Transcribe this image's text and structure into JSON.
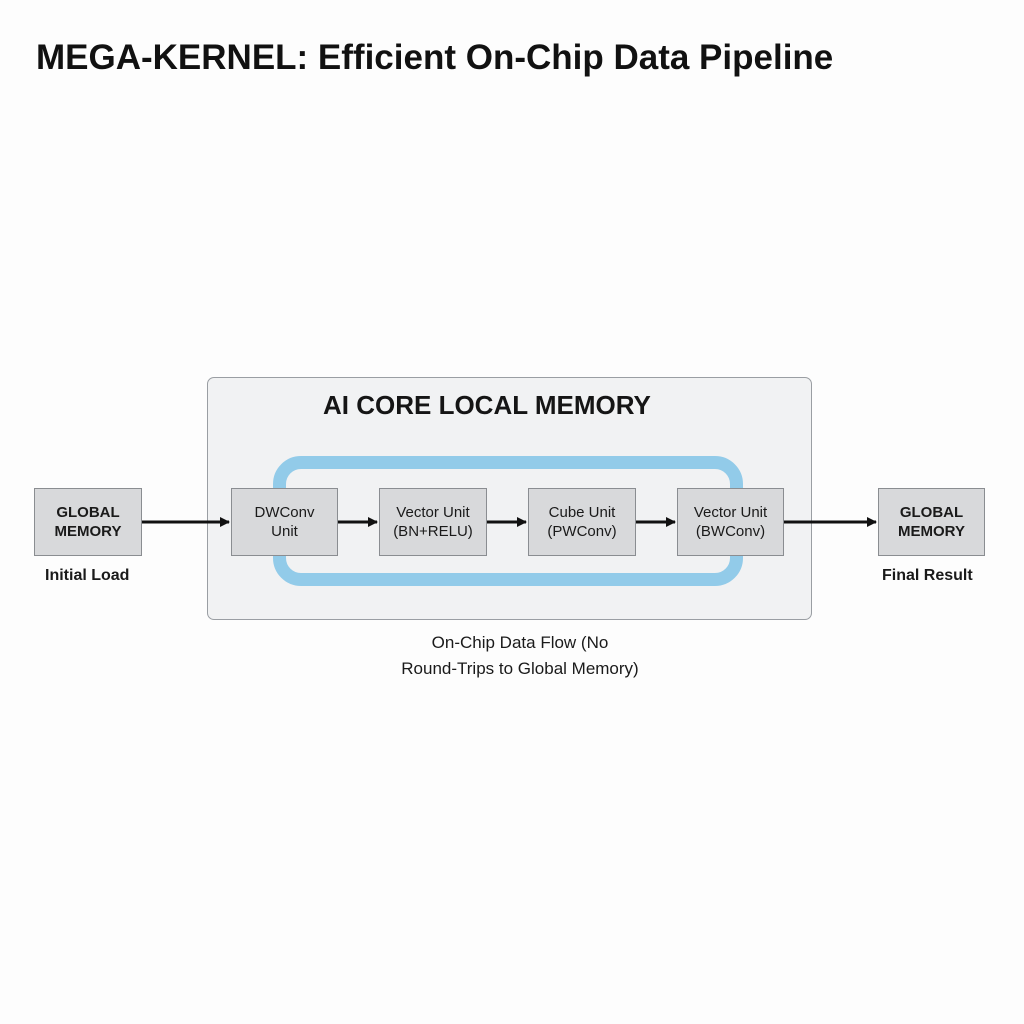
{
  "title": "MEGA-KERNEL: Efficient On-Chip Data Pipeline",
  "core": {
    "title": "AI CORE LOCAL MEMORY"
  },
  "nodes": {
    "global_in": "GLOBAL\nMEMORY",
    "dwconv": "DWConv\nUnit",
    "vector1": "Vector Unit\n(BN+RELU)",
    "cube": "Cube Unit\n(PWConv)",
    "vector2": "Vector Unit\n(BWConv)",
    "global_out": "GLOBAL\nMEMORY"
  },
  "labels": {
    "initial_load": "Initial Load",
    "final_result": "Final Result"
  },
  "caption": "On-Chip Data Flow (No\nRound-Trips to Global Memory)",
  "colors": {
    "loop": "#92cbe9",
    "core_bg": "#f1f2f3",
    "box_bg": "#d8d9db",
    "arrow": "#111111"
  }
}
